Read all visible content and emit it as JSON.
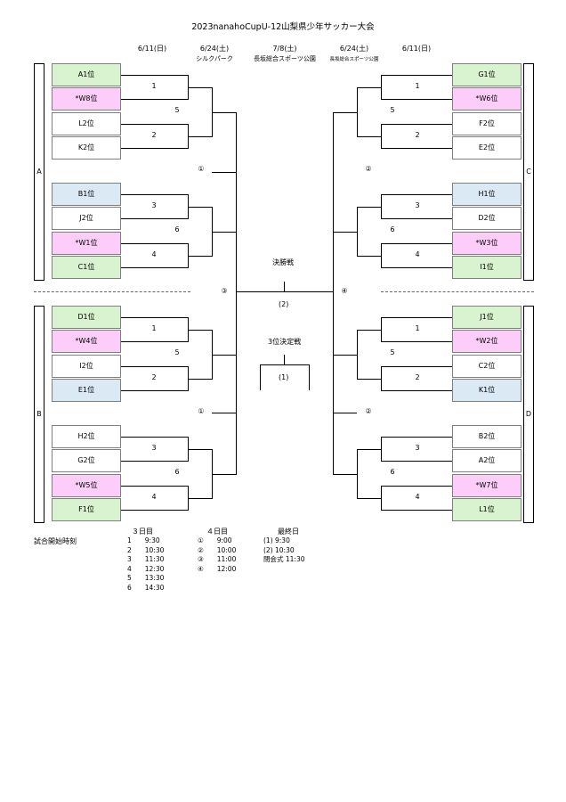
{
  "title": "2023nanahoCupU-12山梨県少年サッカー大会",
  "dates": [
    "6/11(日)",
    "6/24(土)",
    "7/8(土)",
    "6/24(土)",
    "6/11(日)"
  ],
  "venues": [
    "シルクパーク",
    "長坂総合スポーツ公園",
    "長坂総合スポーツ公園"
  ],
  "groups": [
    "A",
    "B",
    "C",
    "D"
  ],
  "teams": {
    "a": [
      "A1位",
      "*W8位",
      "L2位",
      "K2位",
      "B1位",
      "J2位",
      "*W1位",
      "C1位"
    ],
    "b": [
      "D1位",
      "*W4位",
      "I2位",
      "E1位",
      "H2位",
      "G2位",
      "*W5位",
      "F1位"
    ],
    "c": [
      "G1位",
      "*W6位",
      "F2位",
      "E2位",
      "H1位",
      "D2位",
      "*W3位",
      "I1位"
    ],
    "d": [
      "J1位",
      "*W2位",
      "C2位",
      "K1位",
      "B2位",
      "A2位",
      "*W7位",
      "L1位"
    ]
  },
  "match_labels": {
    "a": [
      "1",
      "2",
      "3",
      "4",
      "5",
      "6",
      "①"
    ],
    "b": [
      "1",
      "2",
      "3",
      "4",
      "5",
      "6",
      "①"
    ],
    "c": [
      "1",
      "2",
      "3",
      "4",
      "5",
      "6",
      "②"
    ],
    "d": [
      "1",
      "2",
      "3",
      "4",
      "5",
      "6",
      "②"
    ],
    "semi_left": "③",
    "semi_right": "④"
  },
  "final": {
    "label": "決勝戦",
    "number": "(2)"
  },
  "third_place": {
    "label": "3位決定戦",
    "number": "(1)"
  },
  "schedule": {
    "heading": "試合開始時刻",
    "day3": {
      "title": "３日目",
      "rows": [
        "1　　9:30",
        "2　　10:30",
        "3　　11:30",
        "4　　12:30",
        "5　　13:30",
        "6　　14:30"
      ]
    },
    "day4": {
      "title": "４日目",
      "rows": [
        "①　　9:00",
        "②　　10:00",
        "③　　11:00",
        "④　　12:00"
      ]
    },
    "final_day": {
      "title": "最終日",
      "rows": [
        "(1) 9:30",
        "(2) 10:30",
        "閉会式 11:30"
      ]
    }
  },
  "colors": {
    "green": "#d9f2d0",
    "pink": "#fbcdf8",
    "blue": "#dbe9f5",
    "white": "#ffffff"
  },
  "team_colors": {
    "a": [
      "green",
      "pink",
      "white",
      "white",
      "blue",
      "white",
      "pink",
      "green"
    ],
    "b": [
      "green",
      "pink",
      "white",
      "blue",
      "white",
      "white",
      "pink",
      "green"
    ],
    "c": [
      "green",
      "pink",
      "white",
      "white",
      "blue",
      "white",
      "pink",
      "green"
    ],
    "d": [
      "green",
      "pink",
      "white",
      "blue",
      "white",
      "white",
      "pink",
      "green"
    ]
  }
}
